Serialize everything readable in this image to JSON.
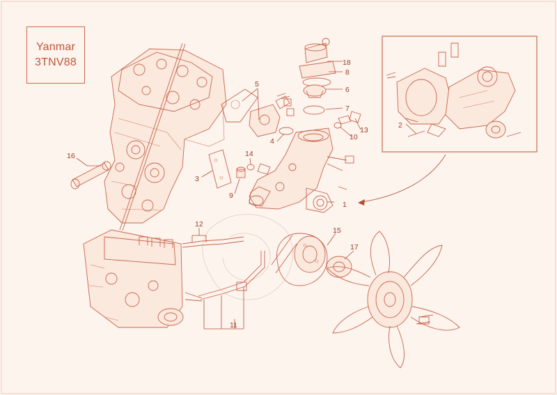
{
  "title": {
    "line1": "Yanmar",
    "line2": "3TNV88"
  },
  "colors": {
    "background": "#fdf4ee",
    "line": "#c8634a",
    "text": "#9a3d24",
    "fill": "#fbe9de"
  },
  "callouts": [
    {
      "id": "c1",
      "text": "1"
    },
    {
      "id": "c2",
      "text": "2"
    },
    {
      "id": "c3",
      "text": "3"
    },
    {
      "id": "c4",
      "text": "4"
    },
    {
      "id": "c5",
      "text": "5"
    },
    {
      "id": "c6",
      "text": "6"
    },
    {
      "id": "c7",
      "text": "7"
    },
    {
      "id": "c8",
      "text": "8"
    },
    {
      "id": "c9",
      "text": "9"
    },
    {
      "id": "c10",
      "text": "10"
    },
    {
      "id": "c11",
      "text": "11"
    },
    {
      "id": "c12",
      "text": "12"
    },
    {
      "id": "c13",
      "text": "13"
    },
    {
      "id": "c14",
      "text": "14"
    },
    {
      "id": "c15",
      "text": "15"
    },
    {
      "id": "c16",
      "text": "16"
    },
    {
      "id": "c17",
      "text": "17"
    },
    {
      "id": "c18",
      "text": "18"
    }
  ]
}
